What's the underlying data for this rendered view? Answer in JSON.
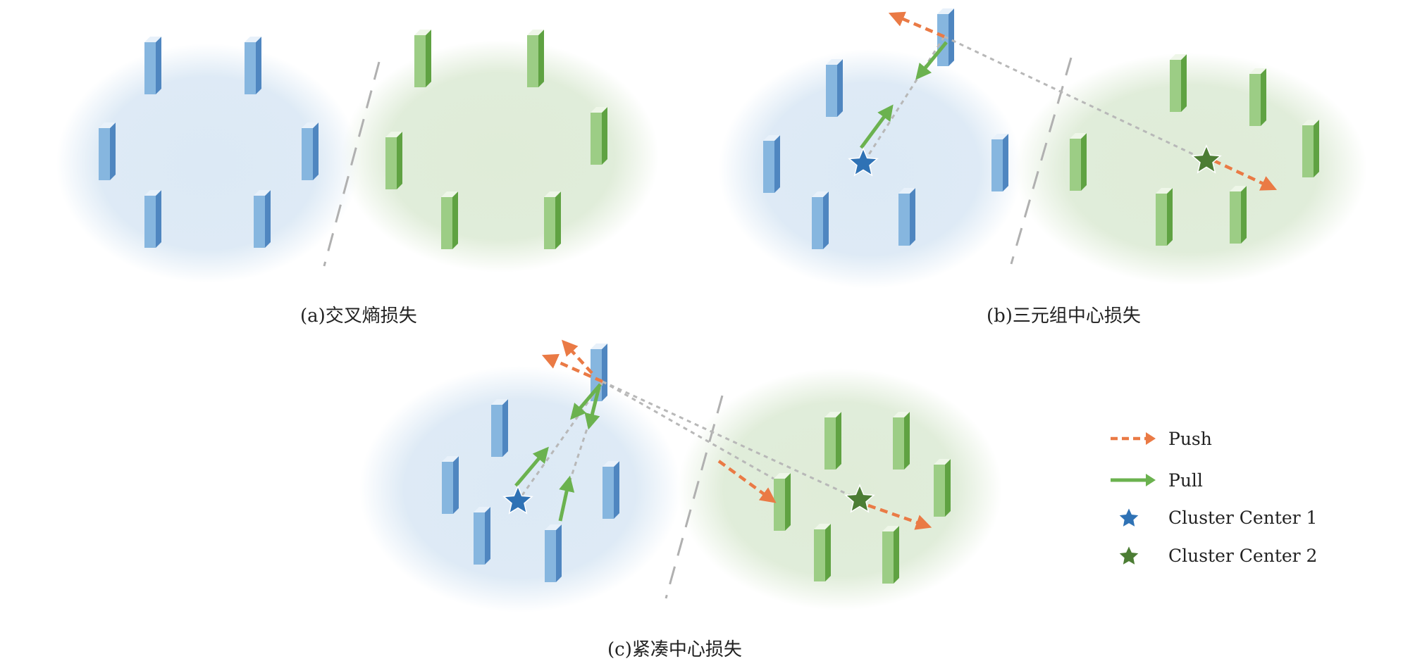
{
  "panels": [
    {
      "id": "a",
      "caption": "(a)交叉熵损失"
    },
    {
      "id": "b",
      "caption": "(b)三元组中心损失"
    },
    {
      "id": "c",
      "caption": "(c)紧凑中心损失"
    }
  ],
  "legend": {
    "push_label": "Push",
    "pull_label": "Pull",
    "center1_label": "Cluster Center 1",
    "center2_label": "Cluster Center 2"
  },
  "colors": {
    "class1": "#7fb0dc",
    "class2": "#8fc47a",
    "center1": "#2f72b5",
    "center2": "#4c7d34",
    "push": "#ea7a45",
    "pull": "#6bb24f",
    "region1": "#dce9f5",
    "region2": "#dfecd8",
    "boundary": "#b0b0b0",
    "connector": "#b8b8b8"
  },
  "icons": {
    "push": "dashed-arrow-icon",
    "pull": "solid-arrow-icon",
    "center1": "blue-star-icon",
    "center2": "green-star-icon"
  }
}
